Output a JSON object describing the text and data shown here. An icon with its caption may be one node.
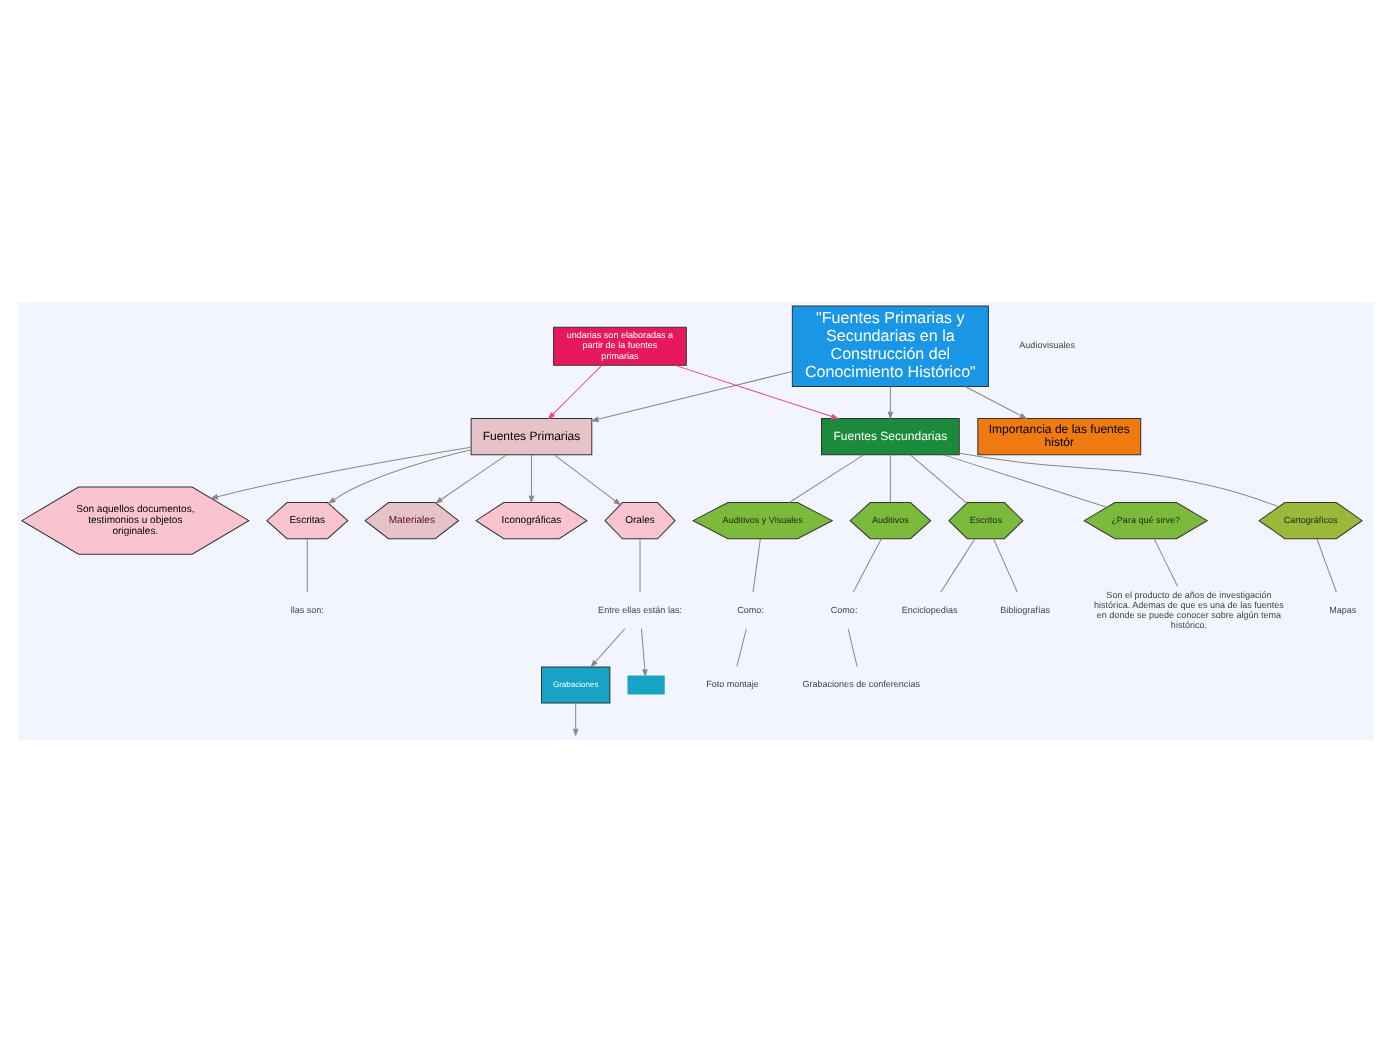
{
  "diagram": {
    "nodes": [
      {
        "text": [
          "\"Fuentes Primarias y Secundarias en la Construcción del Conocimiento Histórico\""
        ]
      },
      {
        "text": [
          "Fuentes Secundarias"
        ]
      },
      {
        "text": [
          "Auditivos y Visuales"
        ]
      },
      {
        "text": [
          "Como:"
        ]
      },
      {
        "text": [
          "Foto montaje"
        ]
      },
      {
        "text": [
          "Auditivos"
        ]
      },
      {
        "text": [
          "Como:"
        ]
      },
      {
        "text": [
          "Grabaciones de conferencias"
        ]
      },
      {
        "text": [
          "Escritos"
        ]
      },
      {
        "text": [
          "Enciclopedias"
        ]
      },
      {
        "text": [
          "Bibliografías"
        ]
      },
      {
        "text": [
          "¿Para qué sirve?"
        ]
      },
      {
        "text": [
          "Son el producto de años de investigación histórica. Ademas de que es una de las fuentes en donde se puede conocer sobre algún tema histórico."
        ]
      },
      {
        "text": [
          "Cartográficos"
        ]
      },
      {
        "text": [
          "Mapas"
        ]
      },
      {
        "text": [
          "Importancia de las fuentes histór"
        ]
      },
      {
        "text": [
          "undarias son elaboradas a partir de la fuentes primarias"
        ]
      },
      {
        "text": [
          "Fuentes Primarias"
        ]
      },
      {
        "text": [
          "Son aquellos documentos, testimonios u objetos originales."
        ]
      },
      {
        "text": [
          "Escritas"
        ]
      },
      {
        "text": [
          "llas son:"
        ]
      },
      {
        "text": [
          "Materiales"
        ]
      },
      {
        "text": [
          "Iconográficas"
        ]
      },
      {
        "text": [
          "Orales"
        ]
      },
      {
        "text": [
          "Entre ellas están las:"
        ]
      },
      {
        "text": [
          "Grabaciones"
        ]
      },
      {
        "text": [
          "Audiovisuales"
        ]
      },
      {
        "text": [],
        "shape": "box"
      }
    ],
    "edges": [
      {
        "from": 0,
        "to": 1,
        "arrow": "to"
      },
      {
        "from": 0,
        "to": 15,
        "arrow": "to"
      },
      {
        "from": 0,
        "to": 17,
        "arrow": "to"
      },
      {
        "from": 1,
        "to": 2,
        "arrow": "none"
      },
      {
        "from": 1,
        "to": 5,
        "arrow": "none"
      },
      {
        "from": 1,
        "to": 8,
        "arrow": "none"
      },
      {
        "from": 1,
        "to": 11,
        "arrow": "none"
      },
      {
        "from": 1,
        "to": 13,
        "arrow": "none"
      },
      {
        "from": 2,
        "to": 3,
        "arrow": "none"
      },
      {
        "from": 3,
        "to": 4,
        "arrow": "none"
      },
      {
        "from": 5,
        "to": 6,
        "arrow": "none"
      },
      {
        "from": 6,
        "to": 7,
        "arrow": "none"
      },
      {
        "from": 8,
        "to": 9,
        "arrow": "none"
      },
      {
        "from": 8,
        "to": 10,
        "arrow": "none"
      },
      {
        "from": 11,
        "to": 12,
        "arrow": "none"
      },
      {
        "from": 13,
        "to": 14,
        "arrow": "none"
      },
      {
        "from": 16,
        "to": 1,
        "arrow": "to",
        "color": "#e8488a"
      },
      {
        "from": 16,
        "to": 17,
        "arrow": "to",
        "color": "#e8488a"
      },
      {
        "from": 17,
        "to": 18,
        "arrow": "to"
      },
      {
        "from": 17,
        "to": 19,
        "arrow": "to"
      },
      {
        "from": 17,
        "to": 21,
        "arrow": "to"
      },
      {
        "from": 17,
        "to": 22,
        "arrow": "to"
      },
      {
        "from": 17,
        "to": 23,
        "arrow": "to"
      },
      {
        "from": 19,
        "to": 20,
        "arrow": "none"
      },
      {
        "from": 23,
        "to": 24,
        "arrow": "none"
      },
      {
        "from": 24,
        "to": 25,
        "arrow": "to"
      },
      {
        "from": 24,
        "to": 27,
        "arrow": "to"
      },
      {
        "from": 25,
        "to": null,
        "arrow": "to"
      }
    ]
  }
}
